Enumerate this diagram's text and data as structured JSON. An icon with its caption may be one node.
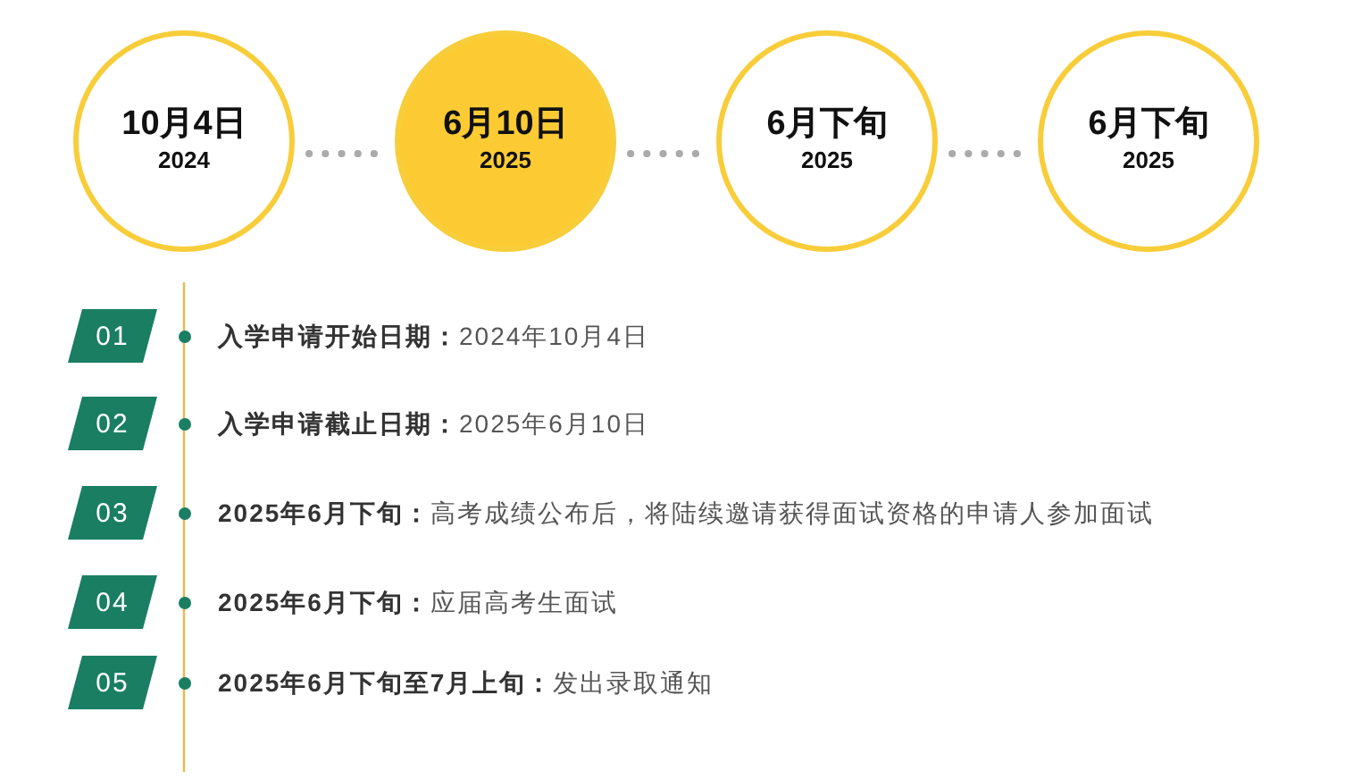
{
  "diagram": {
    "nodes": [
      {
        "text": [
          "10月4日",
          "2024"
        ]
      },
      {
        "text": [
          "6月10日",
          "2025"
        ]
      },
      {
        "text": [
          "6月下旬",
          "2025"
        ]
      },
      {
        "text": [
          "6月下旬",
          "2025"
        ]
      },
      {
        "text": [
          "01"
        ],
        "beside": [
          "**入学申请开始日期：**2024年10月4日"
        ]
      },
      {
        "text": [
          "02"
        ],
        "beside": [
          "**入学申请截止日期：**2025年6月10日"
        ]
      },
      {
        "text": [
          "03"
        ],
        "beside": [
          "**2025年6月下旬：**高考成绩公布后，将陆续邀请获得面试资格的申请人参加面试"
        ]
      },
      {
        "text": [
          "04"
        ],
        "beside": [
          "**2025年6月下旬：**应届高考生面试"
        ]
      },
      {
        "text": [
          "05"
        ],
        "beside": [
          "**2025年6月下旬至7月上旬：**发出录取通知"
        ]
      }
    ],
    "edges": [
      {
        "from": 0,
        "to": 1,
        "arrow": "none",
        "style": "dashed"
      },
      {
        "from": 1,
        "to": 2,
        "arrow": "none",
        "style": "dashed"
      },
      {
        "from": 2,
        "to": 3,
        "arrow": "none",
        "style": "dashed"
      }
    ]
  }
}
